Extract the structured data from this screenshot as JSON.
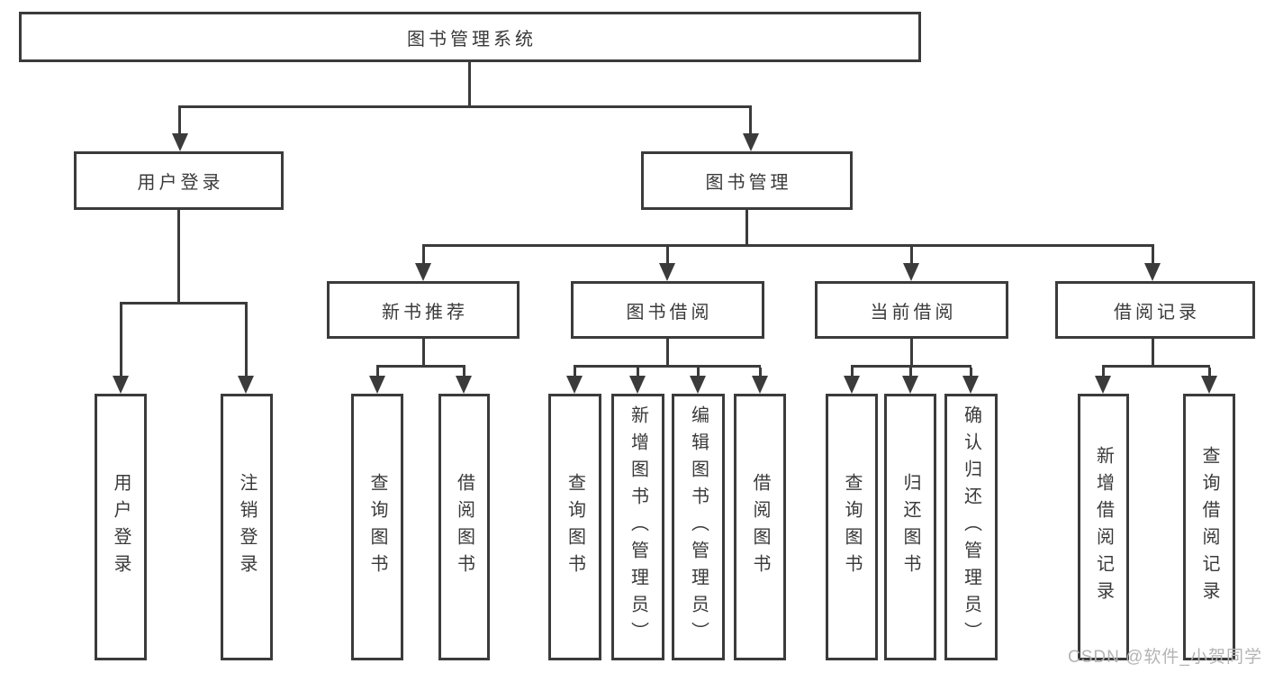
{
  "diagram": {
    "root": {
      "label": "图书管理系统"
    },
    "level2": {
      "user_login": {
        "label": "用户登录"
      },
      "book_mgmt": {
        "label": "图书管理"
      }
    },
    "level3": {
      "new_book": {
        "label": "新书推荐"
      },
      "borrow": {
        "label": "图书借阅"
      },
      "current": {
        "label": "当前借阅"
      },
      "record": {
        "label": "借阅记录"
      }
    },
    "leaves": {
      "user_login": {
        "label": "用户登录"
      },
      "logout": {
        "label": "注销登录"
      },
      "nb_query": {
        "label": "查询图书"
      },
      "nb_borrow": {
        "label": "借阅图书"
      },
      "bw_query": {
        "label": "查询图书"
      },
      "bw_add": {
        "label": "新增图书（管理员）"
      },
      "bw_edit": {
        "label": "编辑图书（管理员）"
      },
      "bw_borrow": {
        "label": "借阅图书"
      },
      "cb_query": {
        "label": "查询图书"
      },
      "cb_return": {
        "label": "归还图书"
      },
      "cb_confirm": {
        "label": "确认归还（管理员）"
      },
      "rc_add": {
        "label": "新增借阅记录"
      },
      "rc_query": {
        "label": "查询借阅记录"
      }
    },
    "watermark": "CSDN @软件_小贺同学",
    "colors": {
      "line": "#3b3b3b",
      "text": "#3a3a3a",
      "watermark": "#b4b4b4",
      "background": "#ffffff"
    }
  }
}
